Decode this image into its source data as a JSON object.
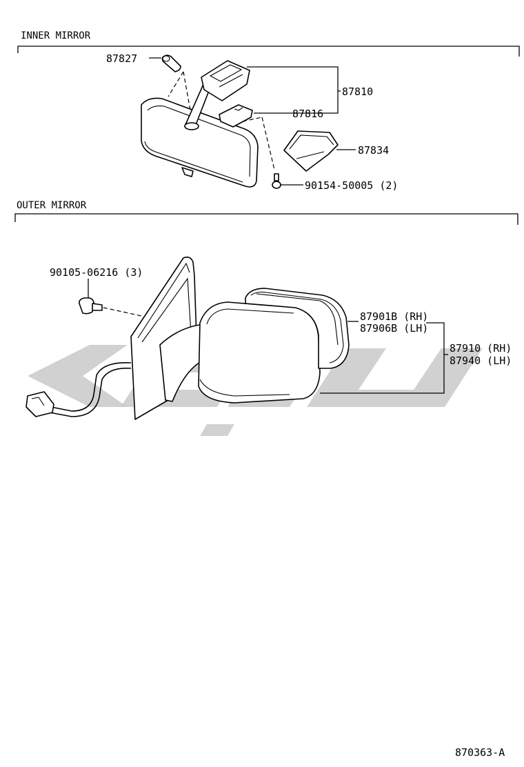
{
  "sections": {
    "inner": "INNER MIRROR",
    "outer": "OUTER MIRROR"
  },
  "labels": {
    "p87827": "87827",
    "p87810": "87810",
    "p87816": "87816",
    "p87834": "87834",
    "p90154": "90154-50005 (2)",
    "p90105": "90105-06216 (3)",
    "p87901": "87901B (RH)",
    "p87906": "87906B (LH)",
    "p87910": "87910 (RH)",
    "p87940": "87940 (LH)"
  },
  "reference": "870363-A"
}
